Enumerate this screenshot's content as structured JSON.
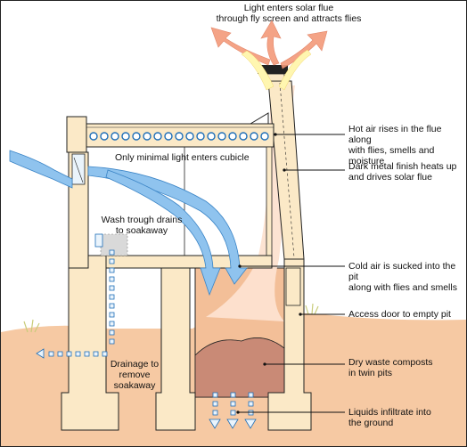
{
  "labels": {
    "flue_top": "Light enters solar flue\nthrough fly screen and attracts flies",
    "hot_air": "Hot air rises in the flue along\nwith flies, smells and moisture",
    "dark_metal": "Dark metal finish heats up\nand drives solar flue",
    "minimal_light": "Only minimal light enters cubicle",
    "wash_trough": "Wash trough drains\nto soakaway",
    "cold_air": "Cold air is sucked into the pit\nalong with flies and smells",
    "access_door": "Access door to empty pit",
    "drainage": "Drainage to\nremove\nsoakaway",
    "dry_waste": "Dry waste composts\nin twin pits",
    "liquids": "Liquids infiltrate into\nthe ground"
  },
  "colors": {
    "ground": "#f6c9a3",
    "structure": "#fbe9c7",
    "compost": "#c98a76",
    "air_flow": "#7fb6e6",
    "hot_air": "#f39a7a",
    "light": "#fff6b0"
  }
}
